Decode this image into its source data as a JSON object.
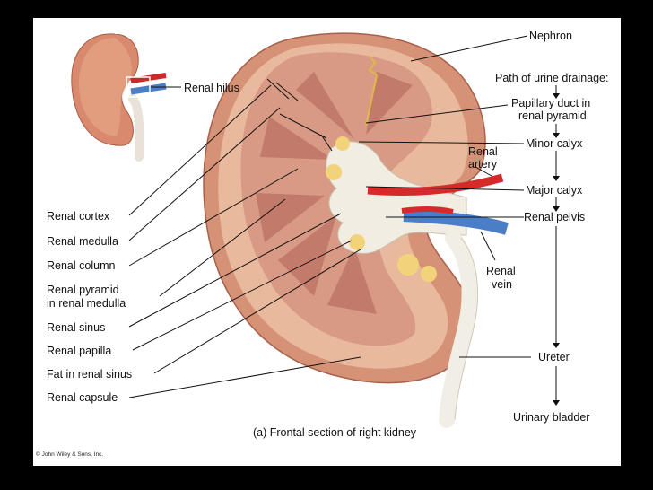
{
  "labels": {
    "nephron": "Nephron",
    "path_title": "Path of urine drainage:",
    "papillary_duct_1": "Papillary duct in",
    "papillary_duct_2": "renal pyramid",
    "minor_calyx": "Minor calyx",
    "major_calyx": "Major calyx",
    "renal_pelvis": "Renal pelvis",
    "ureter": "Ureter",
    "urinary_bladder": "Urinary bladder",
    "renal_artery_1": "Renal",
    "renal_artery_2": "artery",
    "renal_vein_1": "Renal",
    "renal_vein_2": "vein",
    "renal_hilus": "Renal hilus",
    "renal_cortex": "Renal cortex",
    "renal_medulla": "Renal medulla",
    "renal_column": "Renal column",
    "renal_pyramid_1": "Renal pyramid",
    "renal_pyramid_2": "in renal medulla",
    "renal_sinus": "Renal sinus",
    "renal_papilla": "Renal papilla",
    "fat_renal_sinus": "Fat in renal sinus",
    "renal_capsule": "Renal capsule"
  },
  "caption": "(a) Frontal section of right kidney",
  "copyright": "© John Wiley & Sons, Inc.",
  "colors": {
    "background": "#000000",
    "panel": "#ffffff",
    "capsule": "#d99a7e",
    "cortex": "#e8b89c",
    "pyramid": "#c98a7a",
    "artery": "#d42a2a",
    "vein": "#4a7fc8",
    "fat": "#f2d37a",
    "ureter": "#f1eee6"
  }
}
